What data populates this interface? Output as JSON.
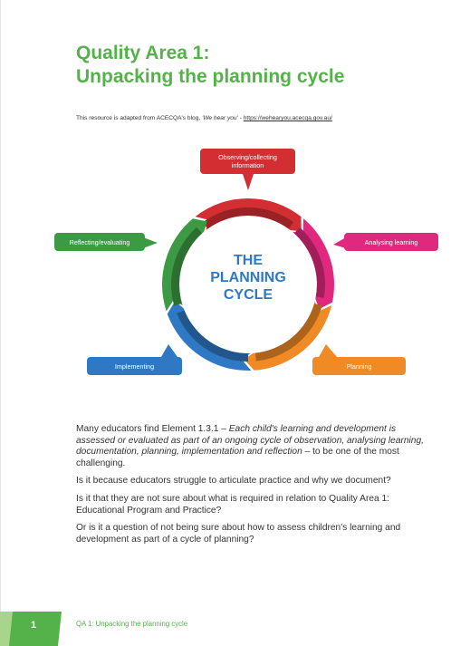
{
  "title": {
    "line1": "Quality Area 1:",
    "line2": "Unpacking the planning cycle"
  },
  "source": {
    "prefix": "This resource is adapted from ACECQA's blog, ",
    "blog_name": "'We hear you'",
    "separator": " - ",
    "link": "https://wehearyou.acecqa.gov.au/"
  },
  "cycle": {
    "center": [
      "THE",
      "PLANNING",
      "CYCLE"
    ],
    "stages": {
      "observing": [
        "Observing/collecting",
        "information"
      ],
      "analysing": "Analysing learning",
      "planning": "Planning",
      "implementing": "Implementing",
      "reflecting": "Reflecting/evaluating"
    },
    "colors": {
      "observing": "#d32f32",
      "analysing": "#e0297e",
      "planning": "#f08a25",
      "implementing": "#2f78c4",
      "reflecting": "#3d9a44"
    }
  },
  "body": {
    "p1_a": "Many educators find Element 1.3.1 – ",
    "p1_em": "Each child's learning and development is assessed or evaluated as part of an ongoing cycle of observation, analysing learning, documentation, planning, implementation and reflection",
    "p1_b": " – to be one of the most challenging.",
    "p2": "Is it because educators struggle to articulate practice and why we document?",
    "p3": "Is it that they are not sure about what is required in relation to Quality Area 1: Educational Program and Practice?",
    "p4": "Or is it a question of not being sure about how to assess children's learning and development as part of a cycle of planning?"
  },
  "footer": {
    "page_number": "1",
    "text": "QA 1: Unpacking the planning cycle"
  }
}
